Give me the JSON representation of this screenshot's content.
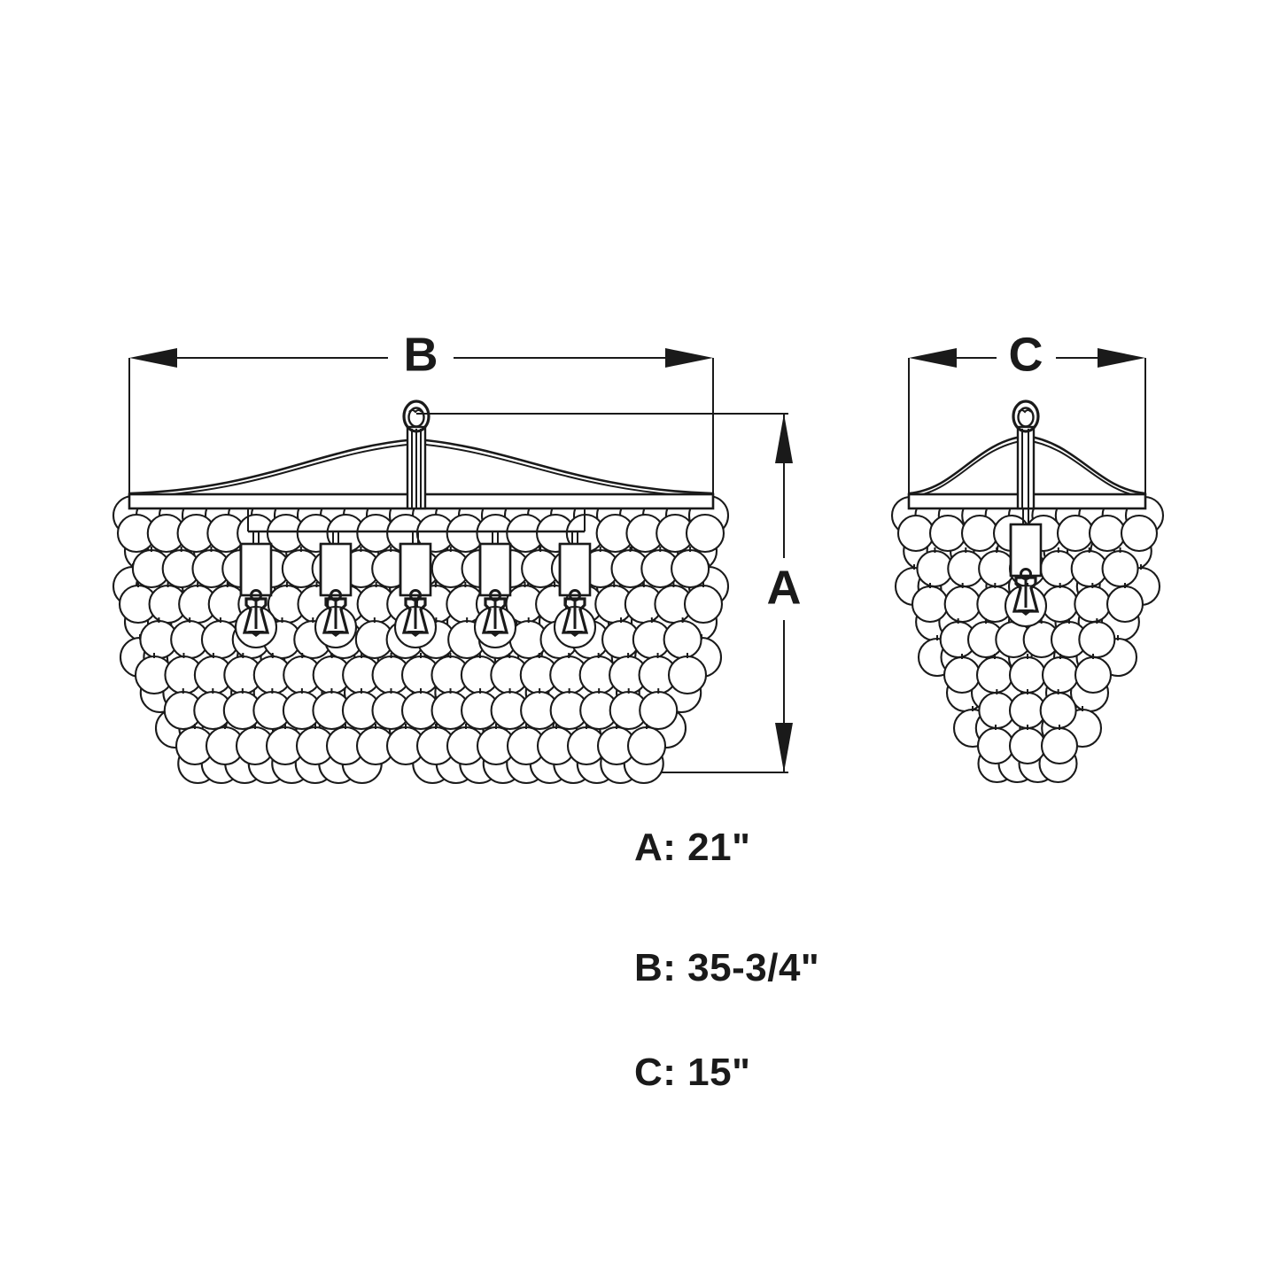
{
  "drawing": {
    "type": "dimension-drawing",
    "subject": "beaded-chandelier",
    "background_color": "#ffffff",
    "line_color": "#1a1a1a",
    "views": [
      {
        "name": "front-view",
        "dimension_width_label": "B",
        "dimension_height_label": "A",
        "bulb_count": 5,
        "bead_rows": 8
      },
      {
        "name": "side-view",
        "dimension_width_label": "C",
        "bulb_count": 1,
        "bead_rows": 8
      }
    ]
  },
  "dimension_labels": {
    "width_front": "B",
    "height_front": "A",
    "width_side": "C"
  },
  "specifications": [
    {
      "key": "A",
      "line": "A: 21\"",
      "value": "21\""
    },
    {
      "key": "B",
      "line": "B: 35-3/4\"",
      "value": "35-3/4\""
    },
    {
      "key": "C",
      "line": "C: 15\"",
      "value": "15\""
    }
  ],
  "colors": {
    "stroke": "#1a1a1a",
    "fill": "#ffffff"
  }
}
